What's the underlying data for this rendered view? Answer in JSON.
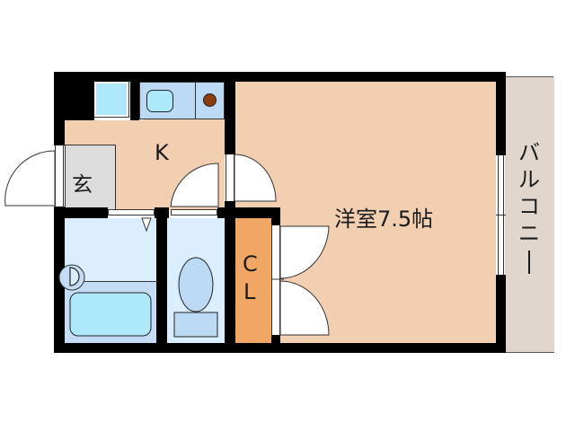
{
  "floorplan": {
    "rooms": {
      "kitchen": {
        "label": "K",
        "color": "#f2cfb1"
      },
      "entrance": {
        "label": "玄",
        "color": "#dcdcdc"
      },
      "western_room": {
        "label": "洋室7.5帖",
        "color": "#f2cfb1"
      },
      "closet": {
        "label_line1": "C",
        "label_line2": "L",
        "color": "#f0a766"
      },
      "balcony": {
        "label_chars": [
          "バ",
          "ル",
          "コ",
          "ニ",
          "ー"
        ],
        "color": "#e0d6ce"
      },
      "bathroom": {
        "color": "#c4dcf5",
        "upper_color": "#dbeeff"
      },
      "toilet": {
        "color": "#dbeeff"
      }
    },
    "colors": {
      "wall": "#000000",
      "fixture_light": "#aee8fb",
      "counter": "#bddaf5",
      "stove_burner": "#8a3c0c"
    }
  }
}
